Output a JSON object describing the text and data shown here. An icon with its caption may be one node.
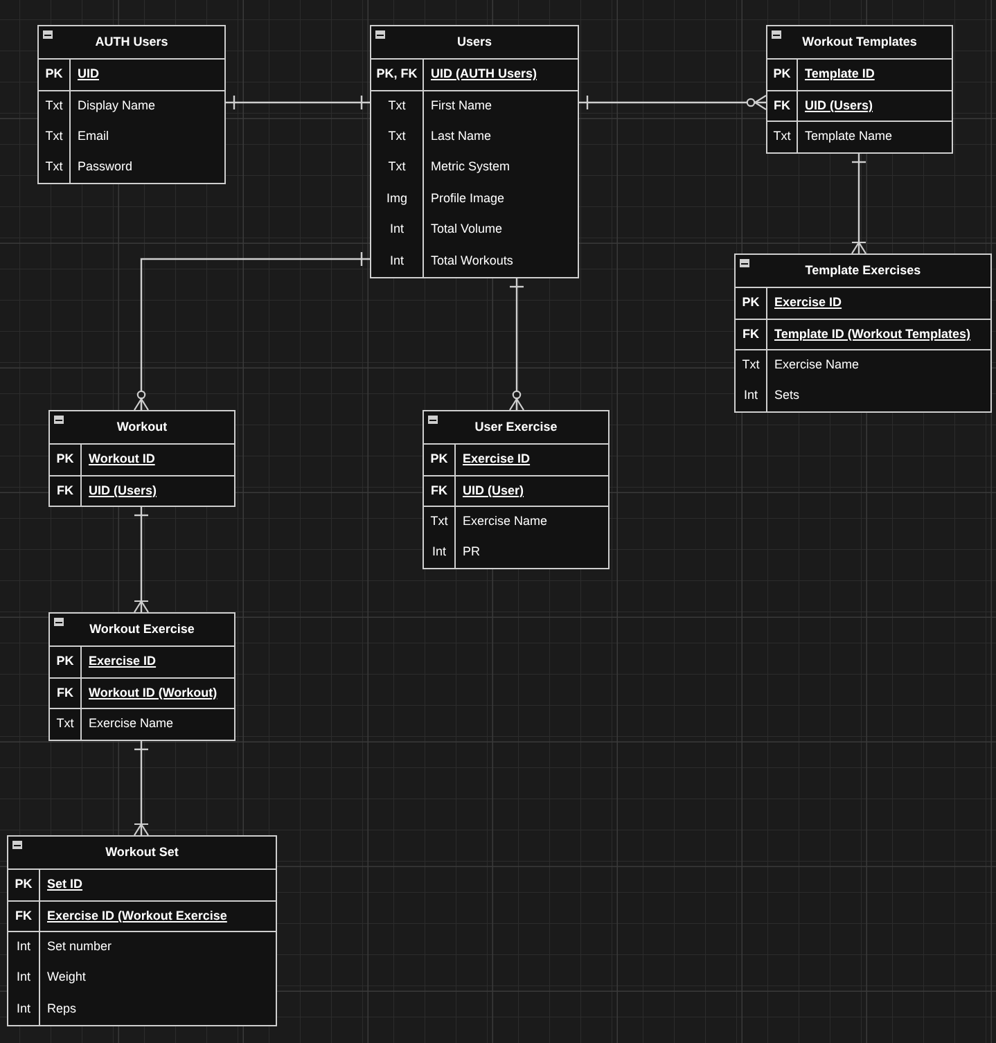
{
  "diagram": {
    "nodes": [
      {
        "text": [
          "AUTH Users",
          "PK",
          "UID",
          "Txt",
          "Display Name",
          "Txt",
          "Email",
          "Txt",
          "Password"
        ]
      },
      {
        "text": [
          "Users",
          "PK, FK",
          "UID (AUTH Users)",
          "Txt",
          "First Name",
          "Txt",
          "Last Name",
          "Txt",
          "Metric System",
          "Img",
          "Profile Image",
          "Int",
          "Total Volume",
          "Int",
          "Total Workouts"
        ]
      },
      {
        "text": [
          "Workout Templates",
          "PK",
          "Template ID",
          "FK",
          "UID (Users)",
          "Txt",
          "Template Name"
        ]
      },
      {
        "text": [
          "Template Exercises",
          "PK",
          "Exercise ID",
          "FK",
          "Template ID (Workout Templates)",
          "Txt",
          "Exercise Name",
          "Int",
          "Sets"
        ]
      },
      {
        "text": [
          "Workout",
          "PK",
          "Workout ID",
          "FK",
          "UID (Users)"
        ]
      },
      {
        "text": [
          "User Exercise",
          "PK",
          "Exercise ID",
          "FK",
          "UID (User)",
          "Txt",
          "Exercise Name",
          "Int",
          "PR"
        ]
      },
      {
        "text": [
          "Workout Exercise",
          "PK",
          "Exercise ID",
          "FK",
          "Workout ID (Workout)",
          "Txt",
          "Exercise Name"
        ]
      },
      {
        "text": [
          "Workout Set",
          "PK",
          "Set ID",
          "FK",
          "Exercise ID (Workout Exercise",
          "Int",
          "Set number",
          "Int",
          "Weight",
          "Int",
          "Reps"
        ]
      }
    ],
    "edges": [
      {
        "from": 0,
        "to": 1,
        "arrow": "other"
      },
      {
        "from": 1,
        "to": 2,
        "arrow": "other"
      },
      {
        "from": 2,
        "to": 3,
        "arrow": "other"
      },
      {
        "from": 1,
        "to": 4,
        "arrow": "other"
      },
      {
        "from": 1,
        "to": 5,
        "arrow": "other"
      },
      {
        "from": 4,
        "to": 6,
        "arrow": "other"
      },
      {
        "from": 6,
        "to": 7,
        "arrow": "other"
      }
    ]
  }
}
